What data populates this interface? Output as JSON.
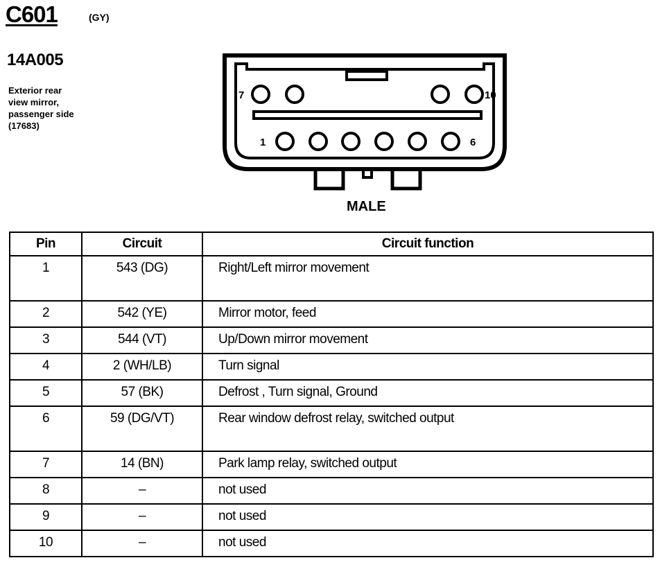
{
  "connector": {
    "id": "C601",
    "color": "(GY)",
    "part_number": "14A005",
    "description_lines": [
      "Exterior rear",
      "view mirror,",
      "passenger side",
      "(17683)"
    ],
    "view": "MALE",
    "pin_labels": {
      "top_left": "7",
      "top_right": "10",
      "bottom_left": "1",
      "bottom_right": "6"
    }
  },
  "table": {
    "headers": {
      "pin": "Pin",
      "circuit": "Circuit",
      "function": "Circuit function"
    },
    "rows": [
      {
        "pin": "1",
        "circuit": "543 (DG)",
        "function": "Right/Left mirror movement"
      },
      {
        "pin": "2",
        "circuit": "542 (YE)",
        "function": "Mirror motor, feed"
      },
      {
        "pin": "3",
        "circuit": "544 (VT)",
        "function": "Up/Down mirror movement"
      },
      {
        "pin": "4",
        "circuit": "2 (WH/LB)",
        "function": "Turn signal"
      },
      {
        "pin": "5",
        "circuit": "57 (BK)",
        "function": "Defrost  , Turn signal, Ground"
      },
      {
        "pin": "6",
        "circuit": "59 (DG/VT)",
        "function": "Rear window defrost relay, switched output"
      },
      {
        "pin": "7",
        "circuit": "14 (BN)",
        "function": "Park lamp relay, switched output"
      },
      {
        "pin": "8",
        "circuit": "–",
        "function": "not used"
      },
      {
        "pin": "9",
        "circuit": "–",
        "function": "not used"
      },
      {
        "pin": "10",
        "circuit": "–",
        "function": "not used"
      }
    ]
  }
}
